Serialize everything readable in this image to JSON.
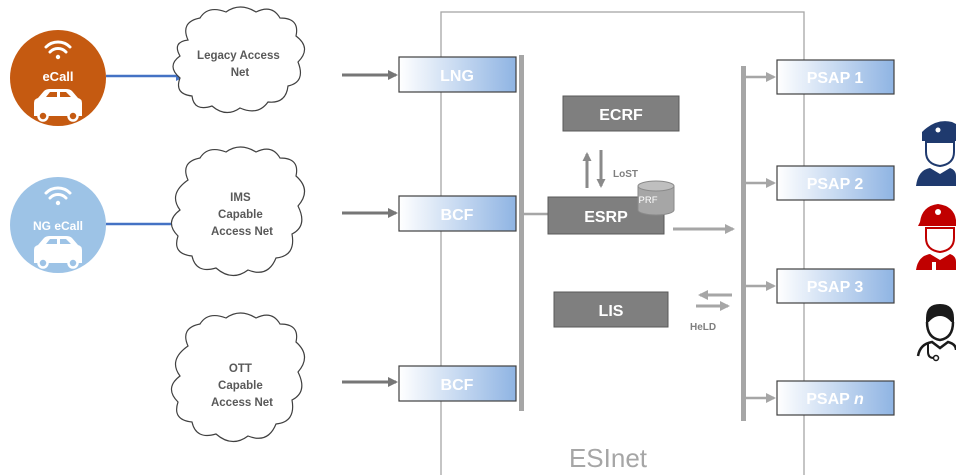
{
  "sources": {
    "ecall_label": "eCall",
    "ng_ecall_label": "NG eCall"
  },
  "clouds": {
    "legacy": [
      "Legacy Access",
      "Net"
    ],
    "ims": [
      "IMS",
      "Capable",
      "Access Net"
    ],
    "ott": [
      "OTT",
      "Capable",
      "Access Net"
    ]
  },
  "gateways": {
    "lng": "LNG",
    "bcf1": "BCF",
    "bcf2": "BCF"
  },
  "esinet": {
    "label": "ESInet",
    "ecrf": "ECRF",
    "esrp": "ESRP",
    "lis": "LIS",
    "prf": "PRF",
    "lost": "LoST",
    "held": "HeLD"
  },
  "psaps": {
    "p1": "PSAP 1",
    "p2": "PSAP 2",
    "p3": "PSAP 3",
    "pn_prefix": "PSAP ",
    "pn_italic": "n"
  },
  "colors": {
    "ecall": "#c55a11",
    "ng_ecall": "#9dc3e6",
    "arrow_blue": "#4472c4",
    "box_gray": "#7f7f7f",
    "bar_gray": "#a6a6a6"
  },
  "icons": [
    "police-officer-icon",
    "firefighter-icon",
    "doctor-icon"
  ]
}
